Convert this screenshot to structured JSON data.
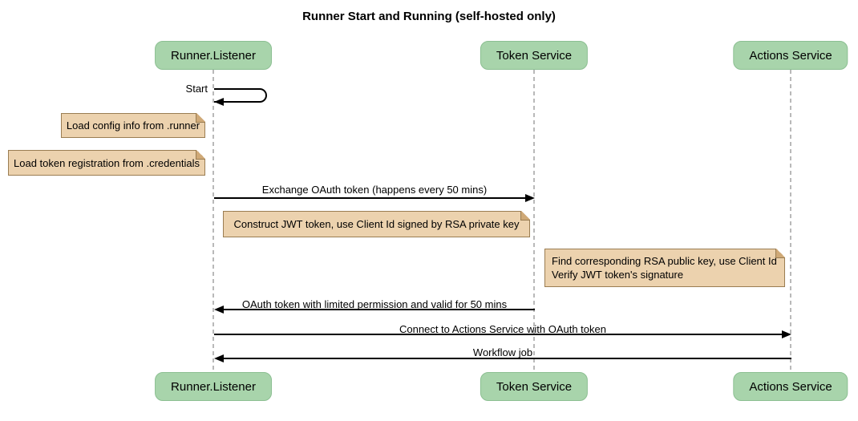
{
  "diagram": {
    "title": "Runner Start and Running (self-hosted only)",
    "participants": [
      {
        "id": "runner-listener",
        "label": "Runner.Listener"
      },
      {
        "id": "token-service",
        "label": "Token Service"
      },
      {
        "id": "actions-service",
        "label": "Actions Service"
      }
    ],
    "messages": [
      {
        "label": "Start",
        "from": "Runner.Listener",
        "to": "Runner.Listener",
        "type": "self"
      },
      {
        "label": "Exchange OAuth token (happens every 50 mins)",
        "from": "Runner.Listener",
        "to": "Token Service",
        "type": "solid-arrow"
      },
      {
        "label": "OAuth token with limited permission and valid for 50 mins",
        "from": "Token Service",
        "to": "Runner.Listener",
        "type": "solid-arrow"
      },
      {
        "label": "Connect to Actions Service with OAuth token",
        "from": "Runner.Listener",
        "to": "Actions Service",
        "type": "solid-arrow"
      },
      {
        "label": "Workflow job",
        "from": "Actions Service",
        "to": "Runner.Listener",
        "type": "solid-arrow"
      }
    ],
    "notes": [
      {
        "text": "Load config info from .runner",
        "near": "Runner.Listener"
      },
      {
        "text": "Load token registration from .credentials",
        "near": "Runner.Listener"
      },
      {
        "text": "Construct JWT token, use Client Id signed by RSA private key",
        "near": "Token Service"
      },
      {
        "text": "Find corresponding RSA public key, use Client Id\nVerify JWT token's signature",
        "near": "Actions Service"
      }
    ],
    "colors": {
      "participant_fill": "#a8d4ab",
      "participant_border": "#8cbf92",
      "note_fill": "#ecd2ae",
      "note_border": "#9a7d52",
      "note_fold": "#cfa977",
      "lifeline": "#b9b9b9",
      "arrow": "#000000",
      "background": "#ffffff",
      "text": "#000000"
    }
  }
}
